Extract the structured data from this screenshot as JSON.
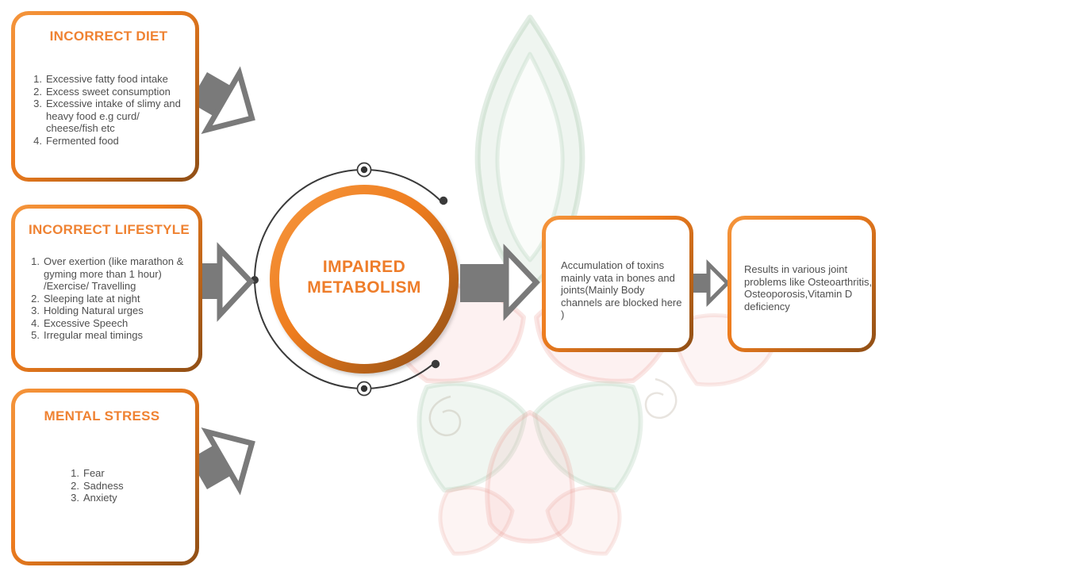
{
  "colors": {
    "accent_orange": "#EE7C1E",
    "accent_orange_light": "#F4953C",
    "accent_brown_dark": "#8E4E15",
    "heading_orange": "#EF8232",
    "center_text_orange": "#EE7D2A",
    "arrow_gray": "#7A7A7A",
    "body_text_gray": "#4F4F4F",
    "orbit_line_dark": "#3A3A3A",
    "watermark_pink": "#F6E4E2",
    "watermark_green": "#EAF2EB"
  },
  "cause_boxes": [
    {
      "title": "INCORRECT DIET",
      "items": [
        "Excessive fatty food intake",
        "Excess sweet consumption",
        "Excessive intake of slimy and heavy food e.g curd/ cheese/fish etc",
        "Fermented food"
      ]
    },
    {
      "title": "INCORRECT LIFESTYLE",
      "items": [
        "Over exertion (like marathon & gyming more than 1 hour) /Exercise/ Travelling",
        "Sleeping late at night",
        "Holding Natural urges",
        "Excessive Speech",
        "Irregular meal timings"
      ]
    },
    {
      "title": "MENTAL STRESS",
      "items": [
        "Fear",
        "Sadness",
        "Anxiety"
      ]
    }
  ],
  "center_node": {
    "line1": "IMPAIRED",
    "line2": "METABOLISM"
  },
  "result_boxes": [
    {
      "text": "Accumulation of toxins mainly vata in bones and joints(Mainly Body channels are blocked here )"
    },
    {
      "text": "Results in various joint problems like Osteoarthritis, Osteoporosis,Vitamin D deficiency"
    }
  ]
}
